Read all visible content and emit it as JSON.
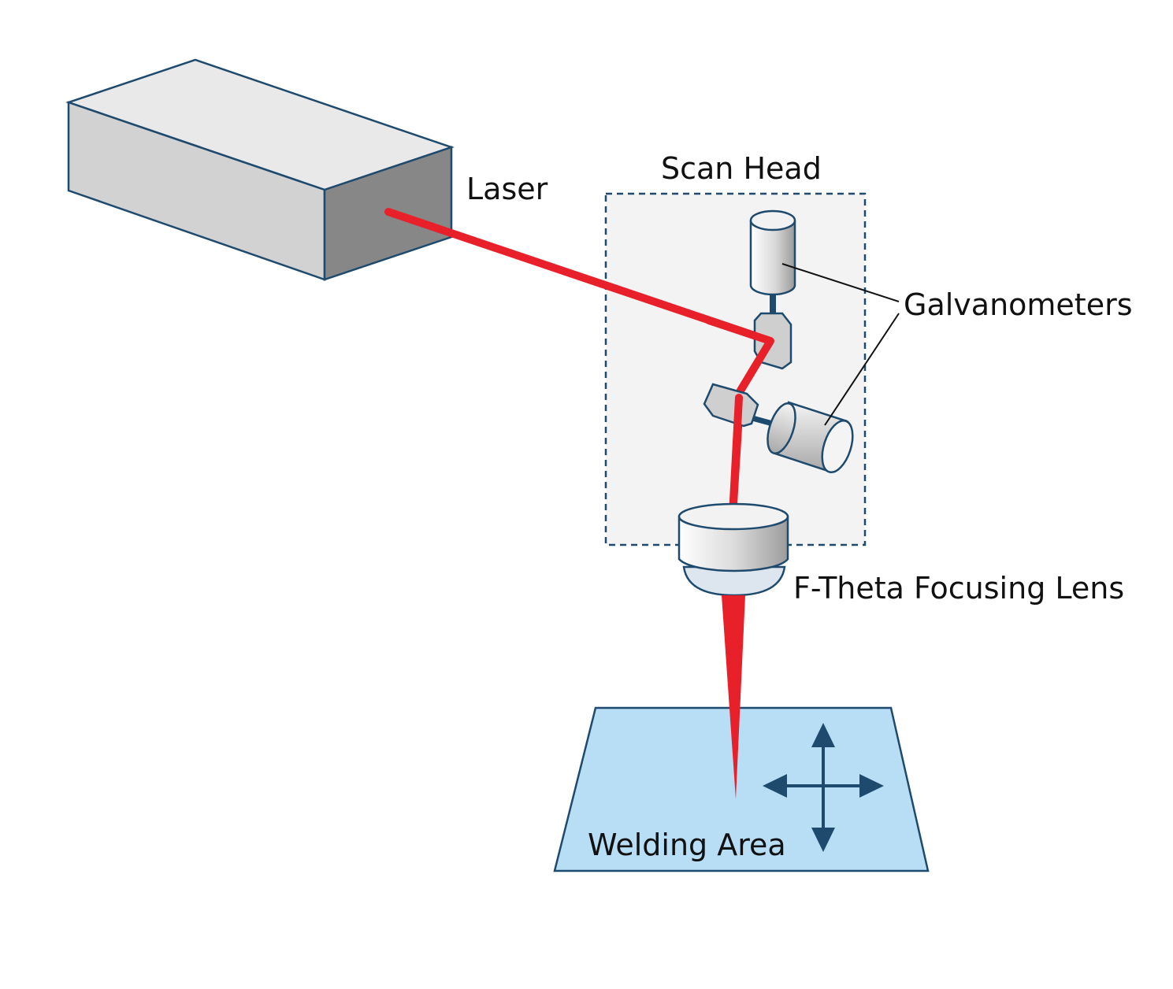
{
  "labels": {
    "laser": "Laser",
    "scan_head": "Scan Head",
    "galvanometers": "Galvanometers",
    "lens": "F-Theta Focusing Lens",
    "welding_area": "Welding Area"
  },
  "colors": {
    "beam": "#e8202a",
    "outline": "#1e4a6e",
    "scan_head_fill": "#f3f3f3",
    "welding_fill": "#b8def5",
    "laser_top": "#e9e9e9",
    "laser_front": "#d2d2d2",
    "laser_side": "#878787",
    "arrow": "#1e4a6e"
  },
  "icons": {
    "move_arrows": "four-way-arrow-icon"
  }
}
